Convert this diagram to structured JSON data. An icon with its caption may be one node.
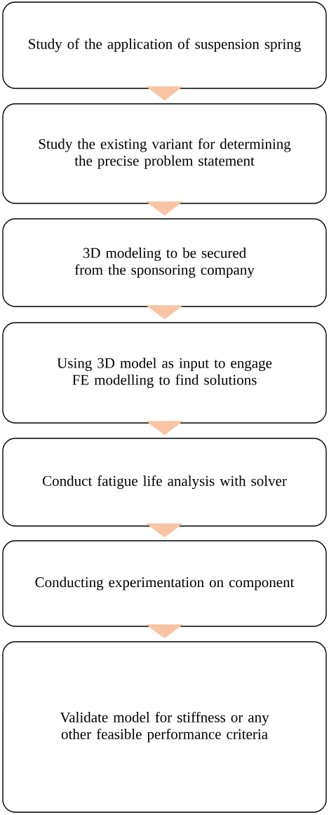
{
  "diagram": {
    "nodes": [
      {
        "text": [
          "Study  of the application of suspension spring"
        ]
      },
      {
        "text": [
          "Study the existing variant for determining the precise problem statement"
        ]
      },
      {
        "text": [
          "3D modeling to be secured from the sponsoring company"
        ]
      },
      {
        "text": [
          "Using 3D model as input to engage FE modelling to find solutions"
        ]
      },
      {
        "text": [
          "Conduct fatigue life analysis with solver"
        ]
      },
      {
        "text": [
          "Conducting experimentation on component"
        ]
      },
      {
        "text": [
          "Validate model for stiffness or any other feasible performance criteria"
        ]
      }
    ],
    "edges": [
      {
        "from": 0,
        "to": 1,
        "arrow": "to"
      },
      {
        "from": 1,
        "to": 2,
        "arrow": "to"
      },
      {
        "from": 2,
        "to": 3,
        "arrow": "to"
      },
      {
        "from": 3,
        "to": 4,
        "arrow": "to"
      },
      {
        "from": 4,
        "to": 5,
        "arrow": "to"
      },
      {
        "from": 5,
        "to": 6,
        "arrow": "to"
      }
    ]
  }
}
